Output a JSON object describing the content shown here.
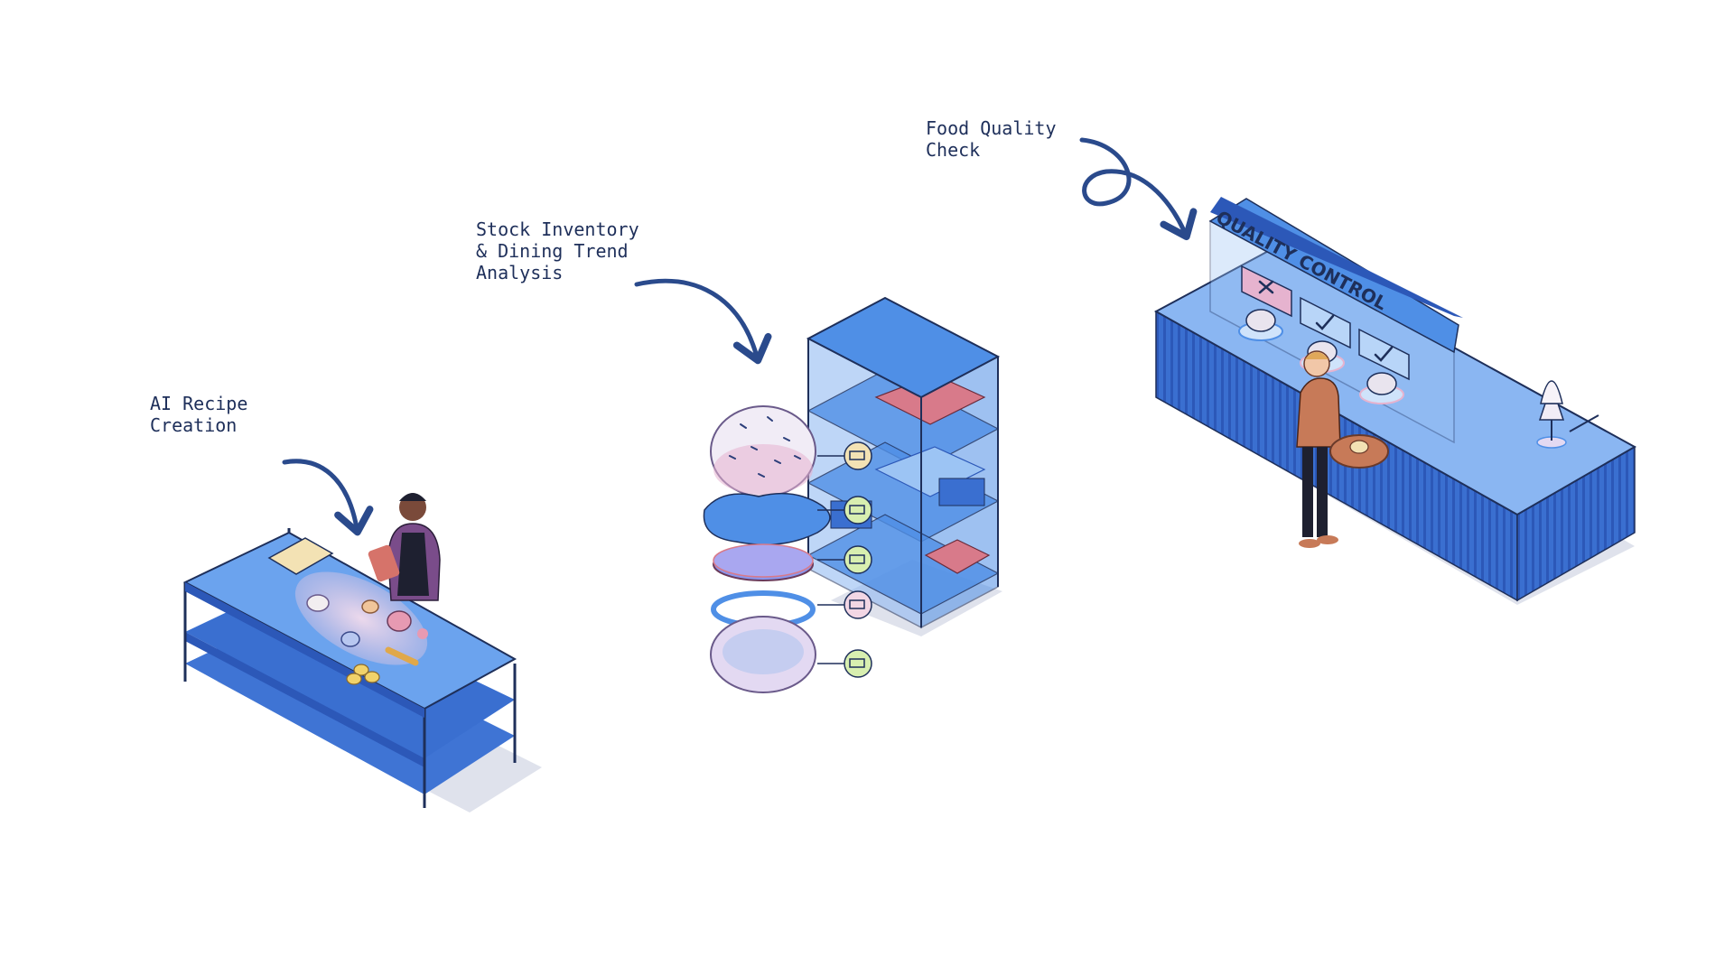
{
  "captions": {
    "recipe": "AI Recipe\nCreation",
    "inventory": "Stock Inventory\n& Dining Trend\nAnalysis",
    "quality": "Food Quality\nCheck"
  },
  "sign": {
    "text": "QUALITY CONTROL"
  },
  "colors": {
    "ink": "#1e2f5a",
    "blue": "#4f8fe6",
    "blue_light": "#8ab6f2",
    "blue_dark": "#2c58b8",
    "pink": "#e6b3cf",
    "check_green": "#d8efb0"
  }
}
